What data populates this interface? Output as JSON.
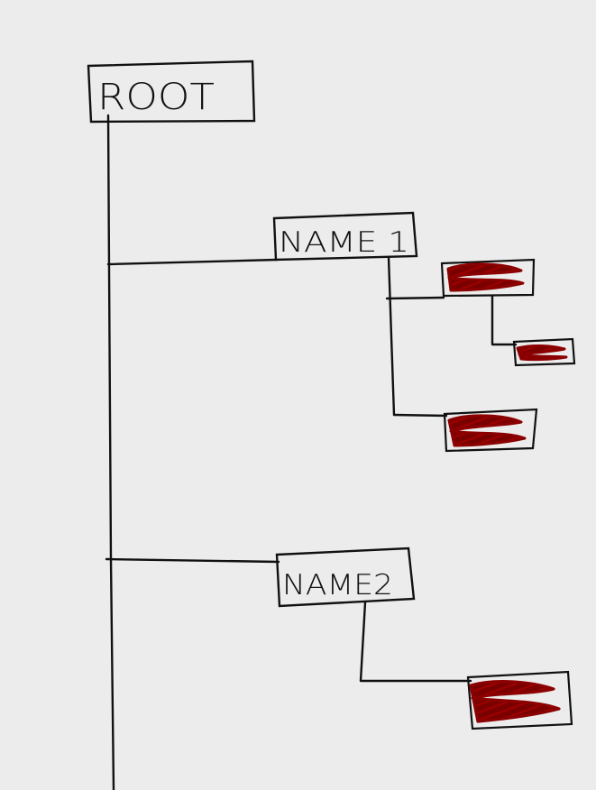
{
  "diagram": {
    "type": "tree",
    "background_color": "#ececec",
    "line_color": "#111111",
    "redacted_fill_color": "#8b0000",
    "nodes": {
      "root": {
        "label": "ROOT"
      },
      "name1": {
        "label": "NAME 1"
      },
      "name2": {
        "label": "NAME2"
      },
      "name1_child_a": {
        "label": "",
        "redacted": true
      },
      "name1_child_a_sub": {
        "label": "",
        "redacted": true
      },
      "name1_child_b": {
        "label": "",
        "redacted": true
      },
      "name2_child_a": {
        "label": "",
        "redacted": true
      }
    }
  }
}
